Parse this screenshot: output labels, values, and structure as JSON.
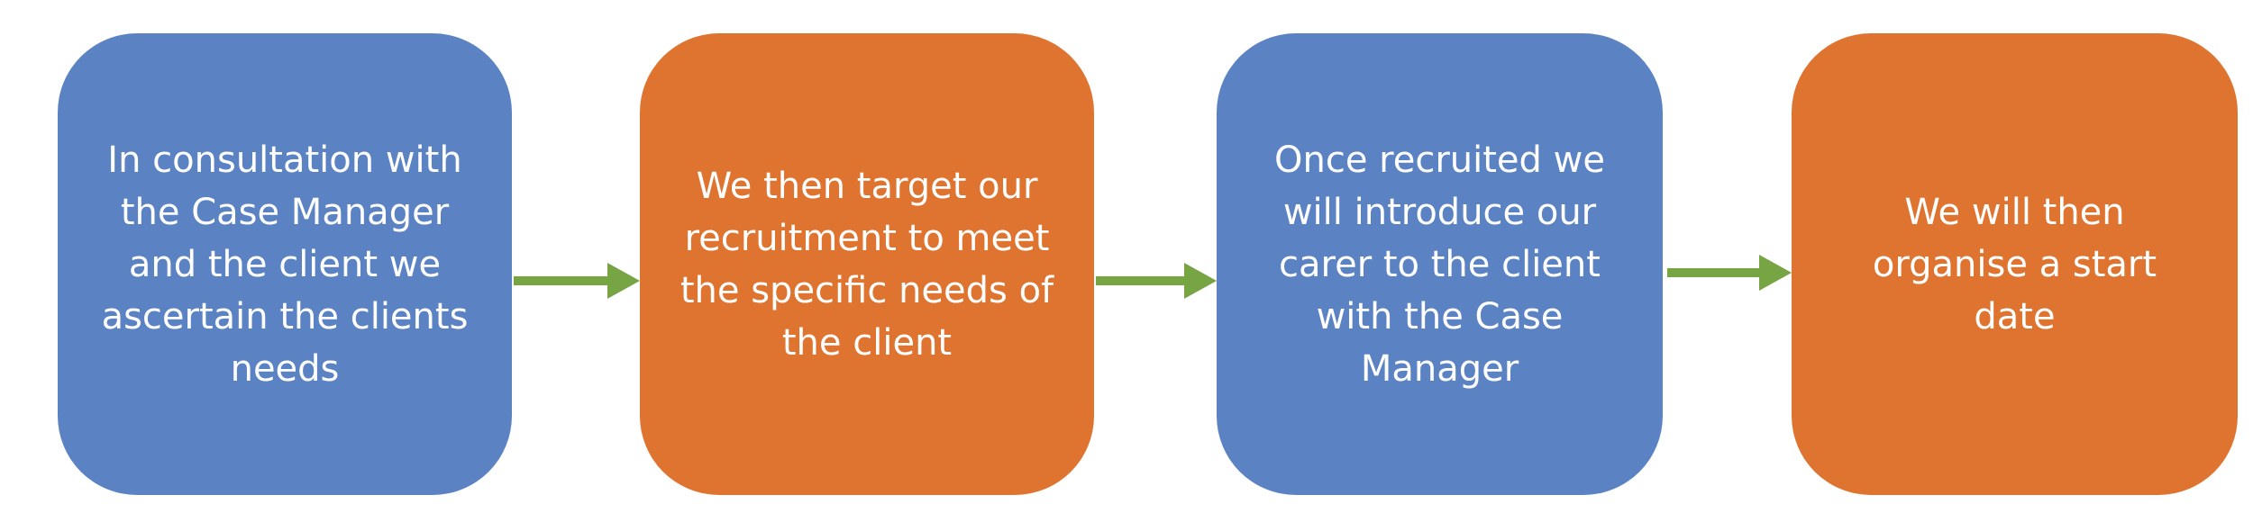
{
  "diagram": {
    "type": "process-flow",
    "steps": [
      {
        "text": "In consultation with\nthe Case Manager\nand the client we\nascertain the clients\nneeds",
        "color": "#5b83c4"
      },
      {
        "text": "We then target our\nrecruitment to meet\nthe specific needs of\nthe client",
        "color": "#de742f"
      },
      {
        "text": "Once recruited we\nwill introduce our\ncarer to the client\nwith the Case\nManager",
        "color": "#5b83c4"
      },
      {
        "text": "We will then\norganise a start date",
        "color": "#de742f"
      }
    ],
    "arrow_color": "#77a544"
  }
}
